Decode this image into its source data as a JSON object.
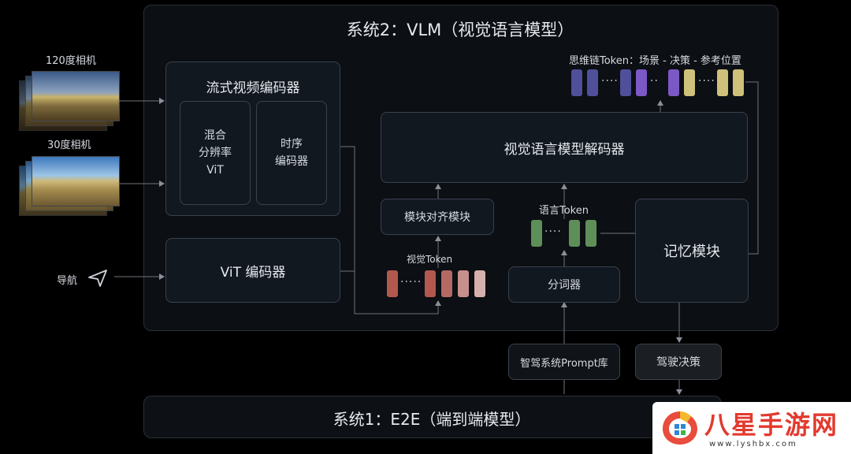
{
  "system2": {
    "title": "系统2：VLM（视觉语言模型）"
  },
  "system1": {
    "title": "系统1：E2E（端到端模型）"
  },
  "inputs": {
    "cam120": "120度相机",
    "cam30": "30度相机",
    "nav": "导航"
  },
  "encoder": {
    "title": "流式视频编码器",
    "vit_mix": "混合\n分辨率\nViT",
    "temporal": "时序\n编码器"
  },
  "vit_encoder": "ViT 编码器",
  "decoder": "视觉语言模型解码器",
  "align": "模块对齐模块",
  "visual_token": "视觉Token",
  "language_token": "语言Token",
  "tokenizer": "分词器",
  "memory": "记忆模块",
  "cot_token": "思维链Token：场景 - 决策 - 参考位置",
  "prompt_lib": "智驾系统Prompt库",
  "driving_decision": "驾驶决策",
  "colors": {
    "visual": [
      "#b3584f",
      "#b3584f",
      "#c8807b",
      "#d7aaa6"
    ],
    "language": "#5f8f59",
    "cot_blue": "#4f4f9a",
    "cot_purple": "#7c58c6",
    "cot_yellow": "#cfc07a"
  },
  "watermark": {
    "brand": "八星手游网",
    "url": "www.lyshbx.com"
  }
}
